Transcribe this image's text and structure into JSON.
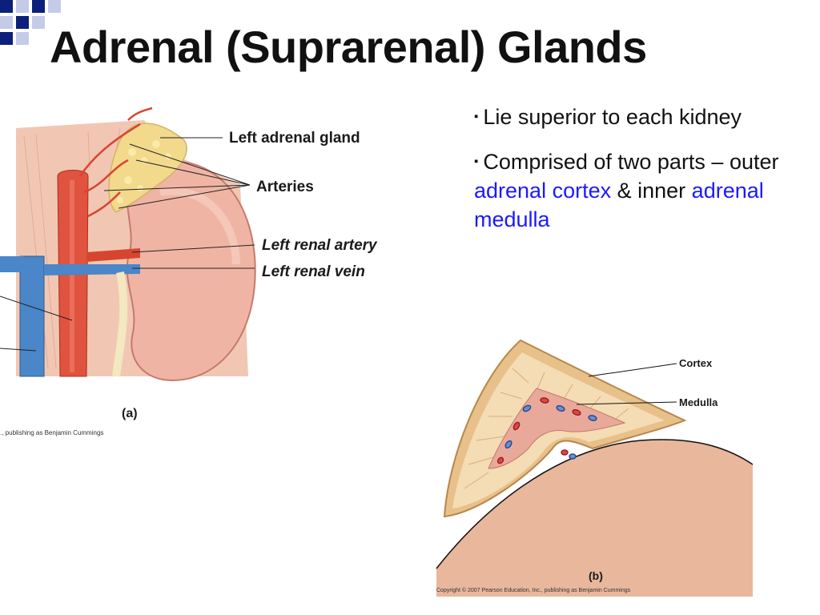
{
  "slide": {
    "title": "Adrenal (Suprarenal) Glands",
    "bullets": [
      {
        "marker": "▪",
        "parts": [
          {
            "text": "Lie superior to each kidney",
            "highlight": false
          }
        ]
      },
      {
        "marker": "▪",
        "parts": [
          {
            "text": "Comprised of two parts – outer ",
            "highlight": false
          },
          {
            "text": "adrenal cortex",
            "highlight": true
          },
          {
            "text": " & inner ",
            "highlight": false
          },
          {
            "text": "adrenal medulla",
            "highlight": true
          }
        ]
      }
    ],
    "highlight_color": "#1a1aff"
  },
  "figure_a": {
    "labels": {
      "left_adrenal_gland": "Left adrenal gland",
      "arteries": "Arteries",
      "left_renal_artery": "Left renal artery",
      "left_renal_vein": "Left renal vein"
    },
    "panel": "(a)",
    "credit": "., publishing as Benjamin Cummings"
  },
  "figure_b": {
    "labels": {
      "cortex": "Cortex",
      "medulla": "Medulla"
    },
    "panel": "(b)",
    "credit": "Copyright © 2007 Pearson Education, Inc., publishing as Benjamin Cummings"
  }
}
